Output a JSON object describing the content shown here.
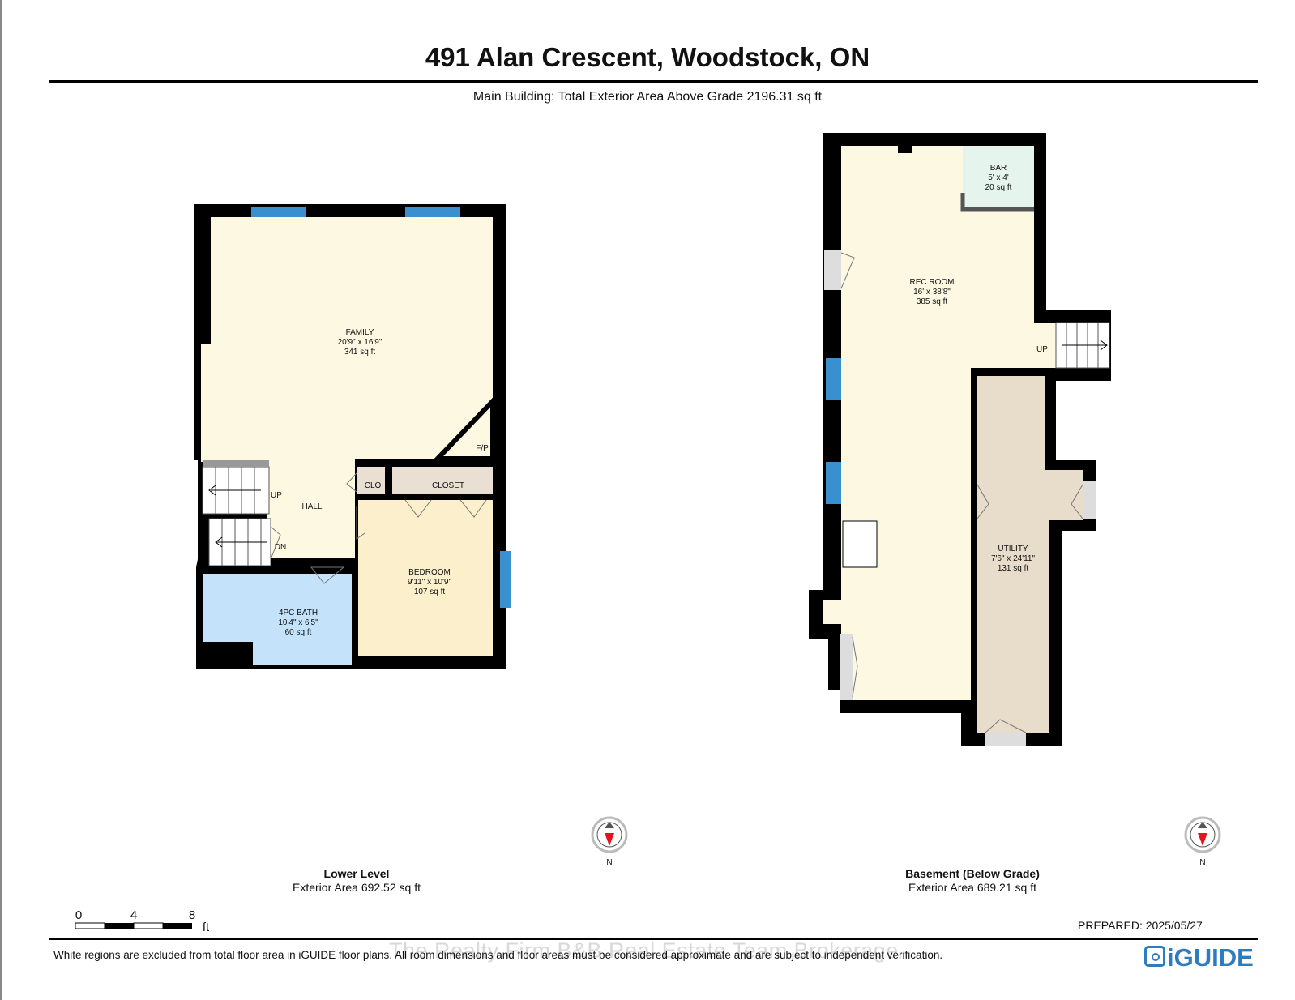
{
  "header": {
    "title": "491 Alan Crescent, Woodstock, ON",
    "subtitle": "Main Building: Total Exterior Area Above Grade 2196.31 sq ft"
  },
  "lower_level": {
    "name": "Lower Level",
    "area": "Exterior Area 692.52 sq ft",
    "rooms": {
      "family": {
        "name": "FAMILY",
        "dims": "20'9\" x 16'9\"",
        "area": "341 sq ft"
      },
      "bedroom": {
        "name": "BEDROOM",
        "dims": "9'11\" x 10'9\"",
        "area": "107 sq ft"
      },
      "bath": {
        "name": "4PC BATH",
        "dims": "10'4\" x 6'5\"",
        "area": "60 sq ft"
      },
      "hall": "HALL",
      "closet": "CLOSET",
      "clo": "CLO",
      "fp": "F/P",
      "stair_up": "UP",
      "stair_down": "DN"
    }
  },
  "basement": {
    "name": "Basement (Below Grade)",
    "area": "Exterior Area 689.21 sq ft",
    "rooms": {
      "rec": {
        "name": "REC ROOM",
        "dims": "16' x 38'8\"",
        "area": "385 sq ft"
      },
      "bar": {
        "name": "BAR",
        "dims": "5' x 4'",
        "area": "20 sq ft"
      },
      "utility": {
        "name": "UTILITY",
        "dims": "7'6\" x 24'11\"",
        "area": "131 sq ft"
      },
      "stair_up": "UP"
    }
  },
  "compass": {
    "label": "N"
  },
  "scale": {
    "ticks": [
      "0",
      "4",
      "8"
    ],
    "unit": "ft"
  },
  "prepared": "PREPARED: 2025/05/27",
  "footer_note": "White regions are excluded from total floor area in iGUIDE floor plans. All room dimensions and floor areas must be considered approximate and are subject to independent verification.",
  "watermark": "The Realty Firm B&B Real Estate Team Brokerage",
  "logo": "iGUIDE",
  "colors": {
    "wall": "#000000",
    "family": "#fdf8e2",
    "bedroom": "#fcf0cc",
    "bath": "#c4e3fb",
    "closet": "#e9dfd3",
    "bar": "#e5f4ec",
    "utility": "#e8dccb",
    "window": "#3a90cf",
    "brand": "#2e7bbf"
  }
}
